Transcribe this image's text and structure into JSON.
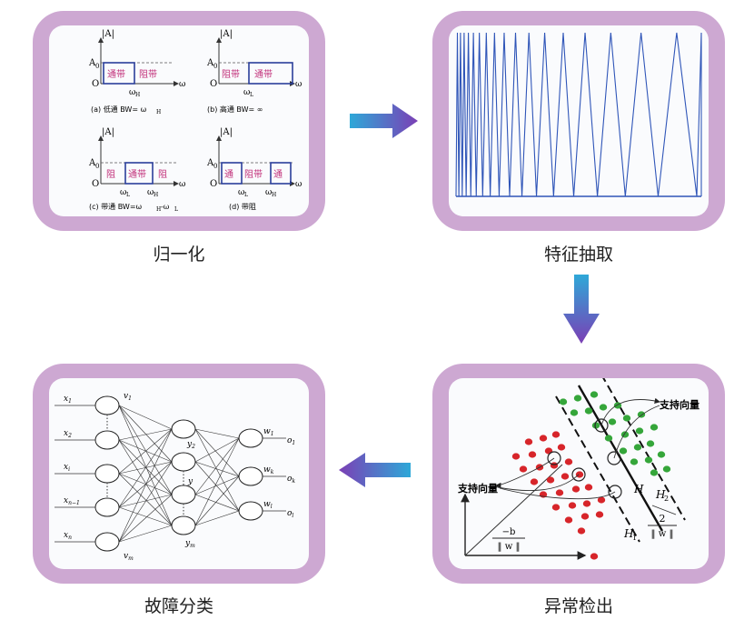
{
  "colors": {
    "panel_border": "#cda8d2",
    "arrow_start": "#2ea8d8",
    "arrow_end": "#7b3fb5",
    "sweep_line": "#2f55b8",
    "svm_red": "#d7252a",
    "svm_green": "#35a63a"
  },
  "steps": [
    {
      "caption": "归一化"
    },
    {
      "caption": "特征抽取"
    },
    {
      "caption": "异常检出"
    },
    {
      "caption": "故障分类"
    }
  ],
  "filters": {
    "axis_A": "|A|",
    "a0": "A",
    "a0_sub": "0",
    "origin": "O",
    "omega": "ω",
    "pass_band": "通带",
    "stop_band": "阻带",
    "pass_short": "通",
    "stop_short": "阻",
    "a_caption": "(a) 低通 BW= ω",
    "a_sub": "H",
    "b_caption": "(b) 高通 BW= ∞",
    "c_caption": "(c) 带通 BW=ω",
    "c_caption_mid": "-ω",
    "d_caption": "(d) 带阻",
    "sub_H": "H",
    "sub_L": "L"
  },
  "svm": {
    "sv_label_top": "支持向量",
    "sv_label_left": "支持向量",
    "H": "H",
    "H1": "H",
    "H1_sub": "1",
    "H2": "H",
    "H2_sub": "2",
    "margin_num": "2",
    "margin_den": "‖ w ‖",
    "bias_num": "−b",
    "bias_den": "‖ w ‖"
  },
  "nn": {
    "inputs": [
      {
        "x": "x",
        "sub": "1"
      },
      {
        "x": "x",
        "sub": "2"
      },
      {
        "x": "x",
        "sub": "i"
      },
      {
        "x": "x",
        "sub": "n−1"
      },
      {
        "x": "x",
        "sub": "n"
      }
    ],
    "hidden1": [
      {
        "v": "v",
        "sub": "1"
      },
      {
        "v": "v",
        "sub": "m"
      }
    ],
    "hidden2": [
      {
        "y": "y",
        "sub": "2"
      },
      {
        "y": "y",
        "sub": ""
      },
      {
        "y": "y",
        "sub": "m"
      }
    ],
    "weights": [
      {
        "w": "w",
        "sub": "1"
      },
      {
        "w": "w",
        "sub": "k"
      },
      {
        "w": "w",
        "sub": "l"
      }
    ],
    "outputs": [
      {
        "o": "o",
        "sub": "1"
      },
      {
        "o": "o",
        "sub": "k"
      },
      {
        "o": "o",
        "sub": "l"
      }
    ]
  }
}
